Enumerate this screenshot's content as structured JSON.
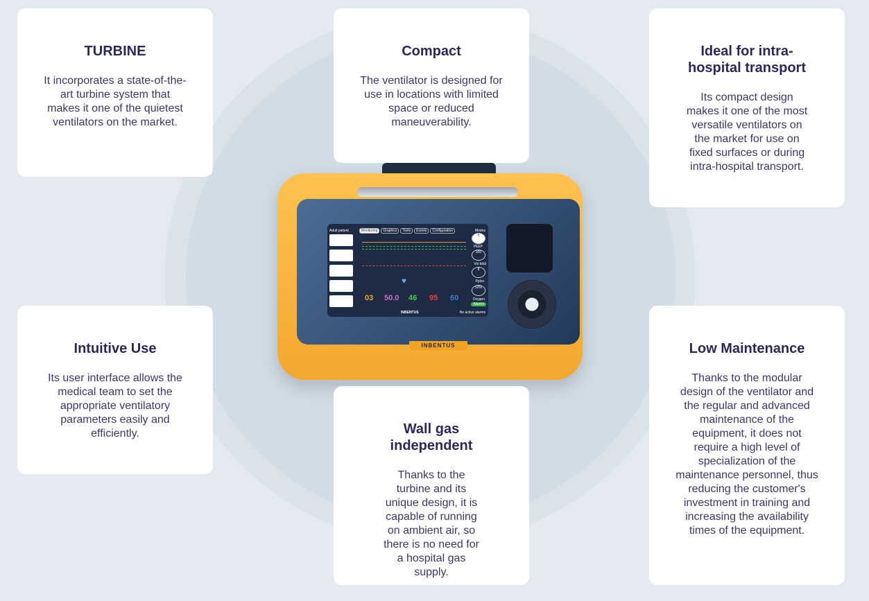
{
  "cards": [
    {
      "title": "TURBINE",
      "text": "It incorporates a state-of-the-art turbine system that makes it one of the quietest ventilators on the market."
    },
    {
      "title": "Compact",
      "text": "The ventilator is designed for use in locations with limited space or reduced maneuverability."
    },
    {
      "title": "Ideal for intra-hospital transport",
      "text": "Its compact design makes it one of the most versatile ventilators on the market for use on fixed surfaces or during intra-hospital transport."
    },
    {
      "title": "Intuitive Use",
      "text": "Its user interface allows the medical team to set the appropriate ventilatory parameters easily and efficiently."
    },
    {
      "title": "Wall gas independent",
      "text": "Thanks to the turbine and its unique design, it is capable of running on ambient air, so there is no need for a hospital gas supply."
    },
    {
      "title": "Low Maintenance",
      "text": "Thanks to the modular design of the ventilator and the regular and advanced maintenance of the equipment, it does not require a high level of specialization of the maintenance personnel, thus reducing the customer's investment in training and increasing the availability times of the equipment."
    }
  ],
  "device": {
    "brand": "INBENTUS",
    "screen": {
      "patient": "Adult patient",
      "tabs": [
        "Monitoring",
        "Graphics",
        "Tools",
        "Events",
        "Configuration"
      ],
      "right_labels": [
        "Modes",
        "PEEP",
        "Vol tidal",
        "Pplco",
        "Oxygen"
      ],
      "right_values": [
        "5",
        "300",
        "8",
        "50%"
      ],
      "alarms_button": "Alarms",
      "status": "No active alarms",
      "footer_brand": "INBENTUS",
      "values": [
        {
          "v": "03",
          "color": "#f5a623"
        },
        {
          "v": "50.0",
          "color": "#c86bc8"
        },
        {
          "v": "46",
          "color": "#4cc44c"
        },
        {
          "v": "95",
          "color": "#e8403a"
        },
        {
          "v": "60",
          "color": "#4a78c0"
        }
      ]
    }
  }
}
